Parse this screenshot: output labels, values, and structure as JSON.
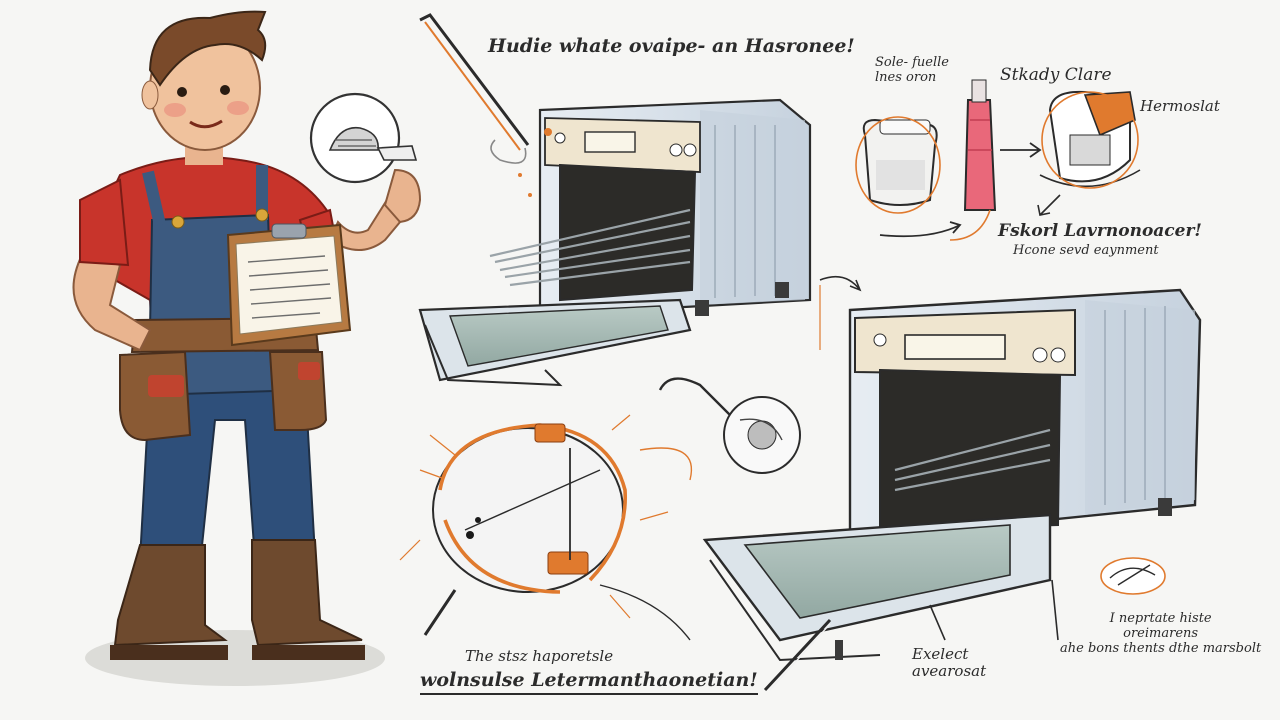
{
  "labels": {
    "top_title": "Hudie whate ovaipe- an Hasronee!",
    "top_right_note": "Sole- fuelle\nlnes oron",
    "top_right_header": "Stkady Clare",
    "thermostat": "Hermoslat",
    "right_mid_heading": "Fskorl Lavrnonoacer!",
    "right_mid_sub": "Hcone sevd eaynment",
    "bottom_center_line1": "The stsz haporetsle",
    "bottom_center_line2": "wolnsulse Letermanthaonetian!",
    "bottom_right_effect": "Exelect\navearosat",
    "bottom_right_note": "I neprtate histe\noreimarens\nahe bons thents dthe marsbolt"
  },
  "colors": {
    "ink": "#2b2b2b",
    "oven_body": "#dde5ee",
    "oven_panel": "#efe5cf",
    "glass": "#a7b9b4",
    "accent_orange": "#e07a2e",
    "shirt_red": "#c8342b",
    "overalls_blue": "#3c5a80",
    "belt_brown": "#8a5a34",
    "boots_brown": "#6e4a2e",
    "pink_bottle": "#e9687a"
  },
  "icons": [
    "technician-figure",
    "clipboard-icon",
    "oven-icon",
    "thermostat-icon",
    "jar-icon",
    "bottle-icon",
    "heating-element-icon",
    "fan-icon",
    "probe-icon",
    "arrow-icon"
  ]
}
